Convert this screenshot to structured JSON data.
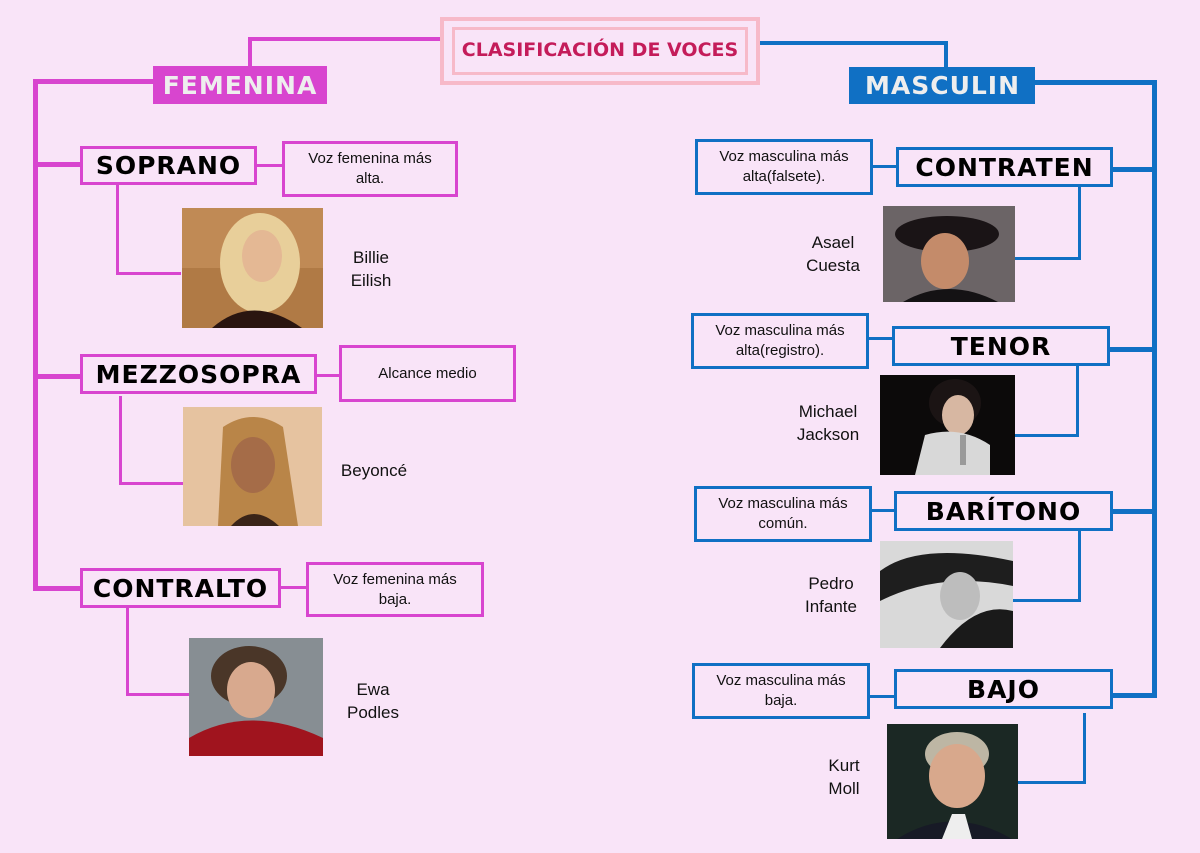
{
  "title": "CLASIFICACIÓN DE VOCES",
  "colors": {
    "background": "#f9e4f8",
    "femenina_accent": "#d845cf",
    "masculina_accent": "#1070c4",
    "title_text": "#c41c5a",
    "title_border": "#f7b9c9"
  },
  "femenina": {
    "label": "FEMENINA",
    "voices": [
      {
        "type": "SOPRANO",
        "description": "Voz femenina más alta.",
        "singer": [
          "Billie",
          "Eilish"
        ]
      },
      {
        "type": "MEZZOSOPRA",
        "description": "Alcance medio",
        "singer": [
          "Beyoncé"
        ]
      },
      {
        "type": "CONTRALTO",
        "description": "Voz femenina más baja.",
        "singer": [
          "Ewa",
          "Podles"
        ]
      }
    ]
  },
  "masculina": {
    "label": "MASCULIN",
    "voices": [
      {
        "type": "CONTRATEN",
        "description": "Voz masculina más alta(falsete).",
        "singer": [
          "Asael",
          "Cuesta"
        ]
      },
      {
        "type": "TENOR",
        "description": "Voz masculina más alta(registro).",
        "singer": [
          "Michael",
          "Jackson"
        ]
      },
      {
        "type": "BARÍTONO",
        "description": "Voz masculina más común.",
        "singer": [
          "Pedro",
          "Infante"
        ]
      },
      {
        "type": "BAJO",
        "description": "Voz masculina más baja.",
        "singer": [
          "Kurt",
          "Moll"
        ]
      }
    ]
  }
}
